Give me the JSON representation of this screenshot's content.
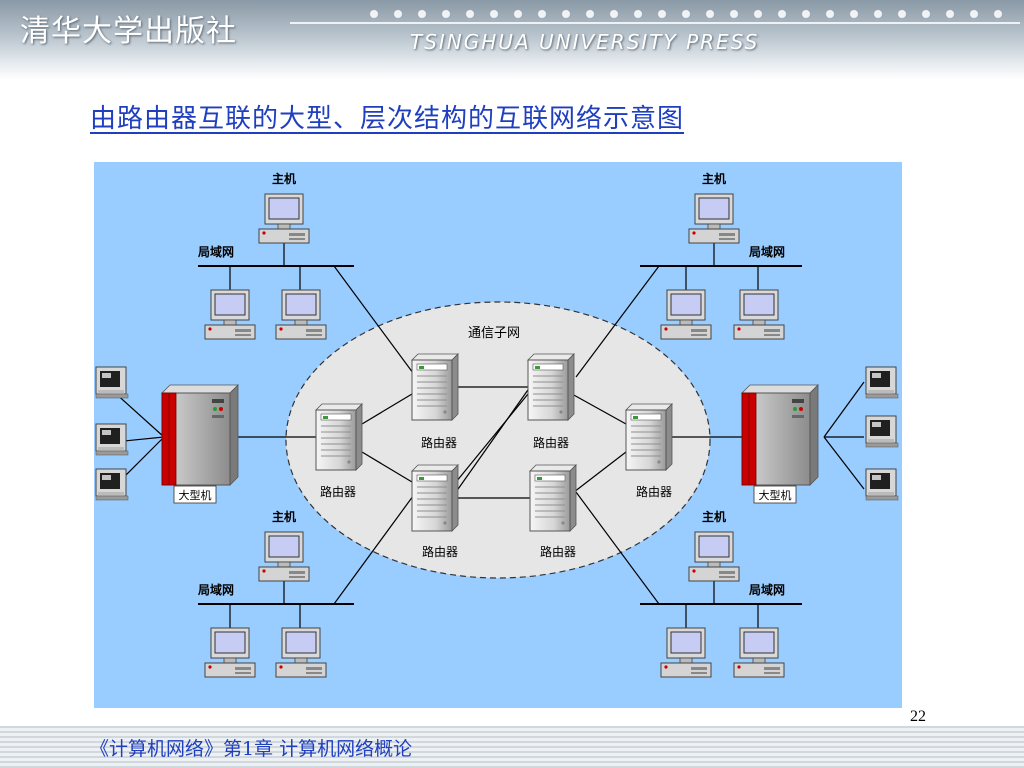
{
  "header": {
    "publisher_cn": "清华大学出版社",
    "publisher_en": "TSINGHUA UNIVERSITY PRESS"
  },
  "slide": {
    "title": "由路由器互联的大型、层次结构的互联网络示意图",
    "page_number": "22",
    "footer": "《计算机网络》第1章  计算机网络概论"
  },
  "diagram": {
    "subnet_label": "通信子网",
    "router_label": "路由器",
    "host_label": "主机",
    "lan_label": "局域网",
    "mainframe_label": "大型机",
    "colors": {
      "background": "#99ccff",
      "subnet": "#e6e6e6",
      "mainframe_accent": "#cc0000",
      "title": "#1f3fbf"
    }
  }
}
